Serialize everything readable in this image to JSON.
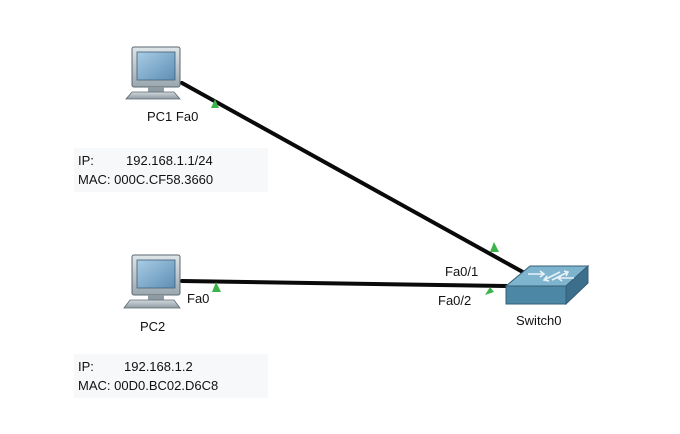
{
  "diagram": {
    "devices": [
      {
        "id": "pc1",
        "label": "PC1",
        "type": "pc"
      },
      {
        "id": "pc2",
        "label": "PC2",
        "type": "pc"
      },
      {
        "id": "switch0",
        "label": "Switch0",
        "type": "switch"
      }
    ],
    "ports": {
      "pc1_port": "Fa0",
      "pc2_port": "Fa0",
      "switch_port_1": "Fa0/1",
      "switch_port_2": "Fa0/2"
    },
    "links": [
      {
        "from": "PC1 Fa0",
        "to": "Switch0 Fa0/1",
        "status": "up"
      },
      {
        "from": "PC2 Fa0",
        "to": "Switch0 Fa0/2",
        "status": "up"
      }
    ],
    "info": {
      "pc1": {
        "ip_label": "IP:",
        "ip_value": "192.168.1.1/24",
        "mac_label": "MAC:",
        "mac_value": "000C.CF58.3660"
      },
      "pc2": {
        "ip_label": "IP:",
        "ip_value": "192.168.1.2",
        "mac_label": "MAC:",
        "mac_value": "00D0.BC02.D6C8"
      }
    },
    "colors": {
      "link": "#0a0a0a",
      "link_up_indicator": "#3bb54a",
      "device_body": "#bcc6cc",
      "device_screen": "#7aa9cc",
      "switch_top": "#7fb4cf",
      "switch_side": "#4d87a6",
      "info_background": "#f7f8fa"
    }
  }
}
